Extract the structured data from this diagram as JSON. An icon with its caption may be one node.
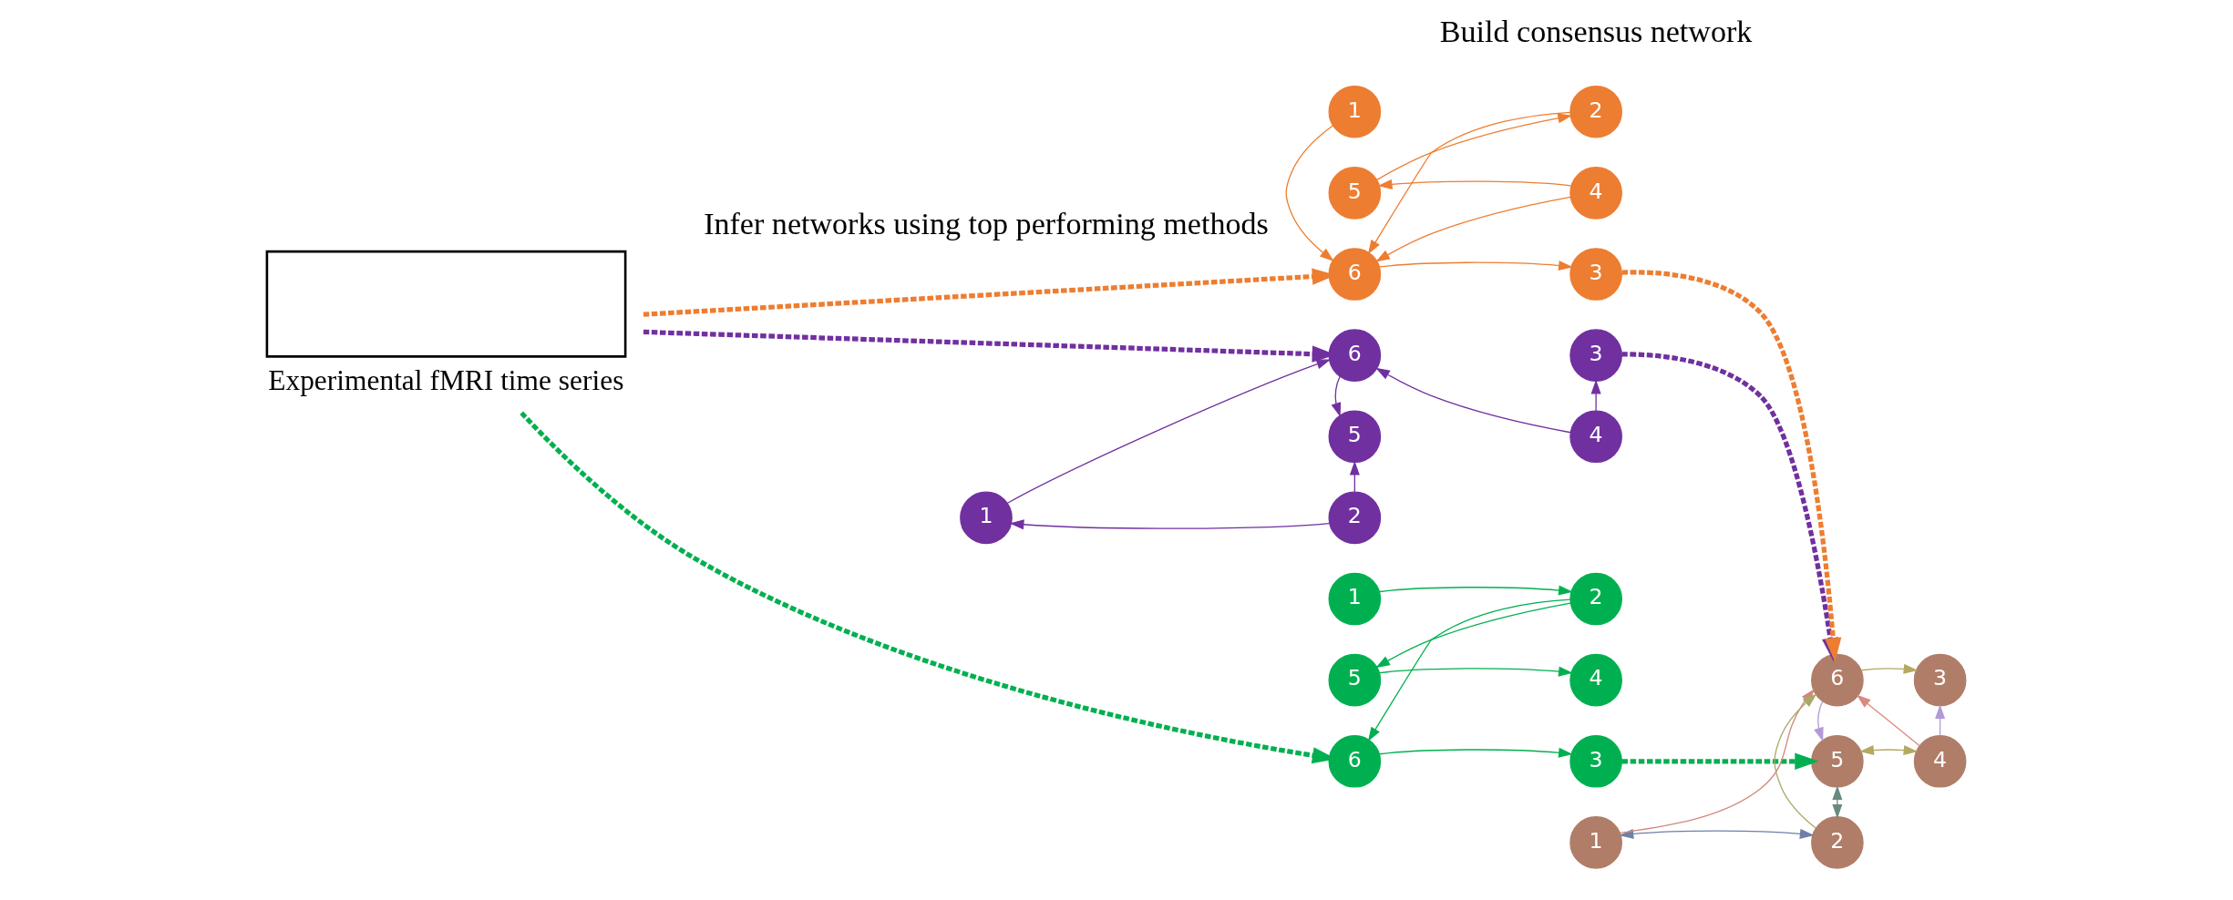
{
  "diagram": {
    "nodes": [
      {
        "text": [],
        "shape": "box",
        "beside": [
          "Experimental fMRI time series"
        ]
      },
      {
        "text": [
          "1"
        ]
      },
      {
        "text": [
          "2"
        ]
      },
      {
        "text": [
          "3"
        ]
      },
      {
        "text": [
          "4"
        ]
      },
      {
        "text": [
          "5"
        ]
      },
      {
        "text": [
          "6"
        ]
      },
      {
        "text": [
          "1"
        ]
      },
      {
        "text": [
          "2"
        ]
      },
      {
        "text": [
          "3"
        ]
      },
      {
        "text": [
          "4"
        ]
      },
      {
        "text": [
          "5"
        ]
      },
      {
        "text": [
          "6"
        ]
      },
      {
        "text": [
          "1"
        ]
      },
      {
        "text": [
          "2"
        ]
      },
      {
        "text": [
          "3"
        ]
      },
      {
        "text": [
          "4"
        ]
      },
      {
        "text": [
          "5"
        ]
      },
      {
        "text": [
          "6"
        ]
      },
      {
        "text": [
          "1"
        ]
      },
      {
        "text": [
          "2"
        ]
      },
      {
        "text": [
          "3"
        ]
      },
      {
        "text": [
          "4"
        ]
      },
      {
        "text": [
          "5"
        ]
      },
      {
        "text": [
          "6"
        ]
      }
    ],
    "edges": [
      {
        "from": 0,
        "to": 6,
        "arrow": "to",
        "style": "dashed",
        "color": "#7030a0"
      },
      {
        "from": 0,
        "to": 12,
        "arrow": "to",
        "style": "dashed",
        "color": "#ed7d31"
      },
      {
        "from": 0,
        "to": 18,
        "arrow": "to",
        "style": "dashed",
        "color": "#00b050"
      },
      {
        "from": 2,
        "to": 1,
        "arrow": "to",
        "color": "#7030a0"
      },
      {
        "from": 1,
        "to": 6,
        "arrow": "to",
        "color": "#7030a0"
      },
      {
        "from": 2,
        "to": 5,
        "arrow": "to",
        "color": "#7030a0"
      },
      {
        "from": 6,
        "to": 5,
        "arrow": "to",
        "color": "#7030a0"
      },
      {
        "from": 4,
        "to": 6,
        "arrow": "to",
        "color": "#7030a0"
      },
      {
        "from": 4,
        "to": 3,
        "arrow": "to",
        "color": "#7030a0"
      },
      {
        "from": 7,
        "to": 12,
        "arrow": "to",
        "color": "#ed7d31"
      },
      {
        "from": 8,
        "to": 12,
        "arrow": "to",
        "color": "#ed7d31"
      },
      {
        "from": 12,
        "to": 9,
        "arrow": "to",
        "color": "#ed7d31"
      },
      {
        "from": 11,
        "to": 8,
        "arrow": "to",
        "color": "#ed7d31"
      },
      {
        "from": 10,
        "to": 12,
        "arrow": "to",
        "color": "#ed7d31"
      },
      {
        "from": 10,
        "to": 11,
        "arrow": "to",
        "color": "#ed7d31"
      },
      {
        "from": 13,
        "to": 14,
        "arrow": "to",
        "color": "#00b050"
      },
      {
        "from": 14,
        "to": 18,
        "arrow": "to",
        "color": "#00b050"
      },
      {
        "from": 18,
        "to": 15,
        "arrow": "to",
        "color": "#00b050"
      },
      {
        "from": 14,
        "to": 17,
        "arrow": "to",
        "color": "#00b050"
      },
      {
        "from": 17,
        "to": 16,
        "arrow": "to",
        "color": "#00b050"
      },
      {
        "from": 3,
        "to": 24,
        "arrow": "to",
        "style": "dashed",
        "color": "#7030a0"
      },
      {
        "from": 9,
        "to": 24,
        "arrow": "to",
        "style": "dashed",
        "color": "#ed7d31"
      },
      {
        "from": 15,
        "to": 23,
        "arrow": "to",
        "style": "dashed",
        "color": "#00b050"
      },
      {
        "from": 19,
        "to": 20,
        "arrow": "both",
        "color": "#6f7fa8"
      },
      {
        "from": 19,
        "to": 24,
        "arrow": "to",
        "color": "#d0887a"
      },
      {
        "from": 20,
        "to": 24,
        "arrow": "to",
        "color": "#a9a86a"
      },
      {
        "from": 24,
        "to": 21,
        "arrow": "to",
        "color": "#b5a862"
      },
      {
        "from": 20,
        "to": 23,
        "arrow": "both",
        "color": "#6a8a80"
      },
      {
        "from": 22,
        "to": 24,
        "arrow": "to",
        "color": "#d98a80"
      },
      {
        "from": 24,
        "to": 23,
        "arrow": "to",
        "color": "#b39ad6"
      },
      {
        "from": 22,
        "to": 21,
        "arrow": "to",
        "color": "#b39ad6"
      },
      {
        "from": 23,
        "to": 22,
        "arrow": "both",
        "color": "#b5a862"
      }
    ],
    "labels": [
      "Infer networks using top performing methods",
      "Build consensus network"
    ]
  }
}
